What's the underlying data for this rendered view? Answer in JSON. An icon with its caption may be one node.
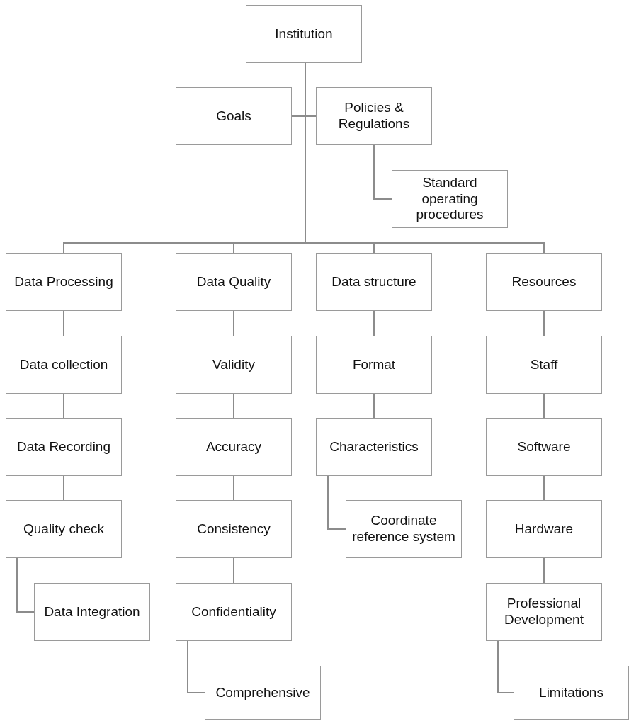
{
  "diagram": {
    "nodes": [
      {
        "text": [
          "Institution"
        ]
      },
      {
        "text": [
          "Goals"
        ]
      },
      {
        "text": [
          "Policies & Regulations"
        ]
      },
      {
        "text": [
          "Standard operating procedures"
        ]
      },
      {
        "text": [
          "Data Processing"
        ]
      },
      {
        "text": [
          "Data Quality"
        ]
      },
      {
        "text": [
          "Data structure"
        ]
      },
      {
        "text": [
          "Resources"
        ]
      },
      {
        "text": [
          "Data collection"
        ]
      },
      {
        "text": [
          "Validity"
        ]
      },
      {
        "text": [
          "Format"
        ]
      },
      {
        "text": [
          "Staff"
        ]
      },
      {
        "text": [
          "Data Recording"
        ]
      },
      {
        "text": [
          "Accuracy"
        ]
      },
      {
        "text": [
          "Characteristics"
        ]
      },
      {
        "text": [
          "Software"
        ]
      },
      {
        "text": [
          "Quality check"
        ]
      },
      {
        "text": [
          "Consistency"
        ]
      },
      {
        "text": [
          "Coordinate reference system"
        ]
      },
      {
        "text": [
          "Hardware"
        ]
      },
      {
        "text": [
          "Data Integration"
        ]
      },
      {
        "text": [
          "Confidentiality"
        ]
      },
      {
        "text": [
          "Professional Development"
        ]
      },
      {
        "text": [
          "Comprehensive"
        ]
      },
      {
        "text": [
          "Limitations"
        ]
      }
    ],
    "edges": [
      {
        "from": 0,
        "to": 1,
        "arrow": "none"
      },
      {
        "from": 0,
        "to": 2,
        "arrow": "none"
      },
      {
        "from": 2,
        "to": 3,
        "arrow": "none"
      },
      {
        "from": 0,
        "to": 4,
        "arrow": "none"
      },
      {
        "from": 0,
        "to": 5,
        "arrow": "none"
      },
      {
        "from": 0,
        "to": 6,
        "arrow": "none"
      },
      {
        "from": 0,
        "to": 7,
        "arrow": "none"
      },
      {
        "from": 4,
        "to": 8,
        "arrow": "none"
      },
      {
        "from": 8,
        "to": 12,
        "arrow": "none"
      },
      {
        "from": 12,
        "to": 16,
        "arrow": "none"
      },
      {
        "from": 16,
        "to": 20,
        "arrow": "none"
      },
      {
        "from": 5,
        "to": 9,
        "arrow": "none"
      },
      {
        "from": 9,
        "to": 13,
        "arrow": "none"
      },
      {
        "from": 13,
        "to": 17,
        "arrow": "none"
      },
      {
        "from": 17,
        "to": 21,
        "arrow": "none"
      },
      {
        "from": 21,
        "to": 23,
        "arrow": "none"
      },
      {
        "from": 6,
        "to": 10,
        "arrow": "none"
      },
      {
        "from": 10,
        "to": 14,
        "arrow": "none"
      },
      {
        "from": 14,
        "to": 18,
        "arrow": "none"
      },
      {
        "from": 7,
        "to": 11,
        "arrow": "none"
      },
      {
        "from": 11,
        "to": 15,
        "arrow": "none"
      },
      {
        "from": 15,
        "to": 19,
        "arrow": "none"
      },
      {
        "from": 19,
        "to": 22,
        "arrow": "none"
      },
      {
        "from": 22,
        "to": 24,
        "arrow": "none"
      }
    ]
  }
}
